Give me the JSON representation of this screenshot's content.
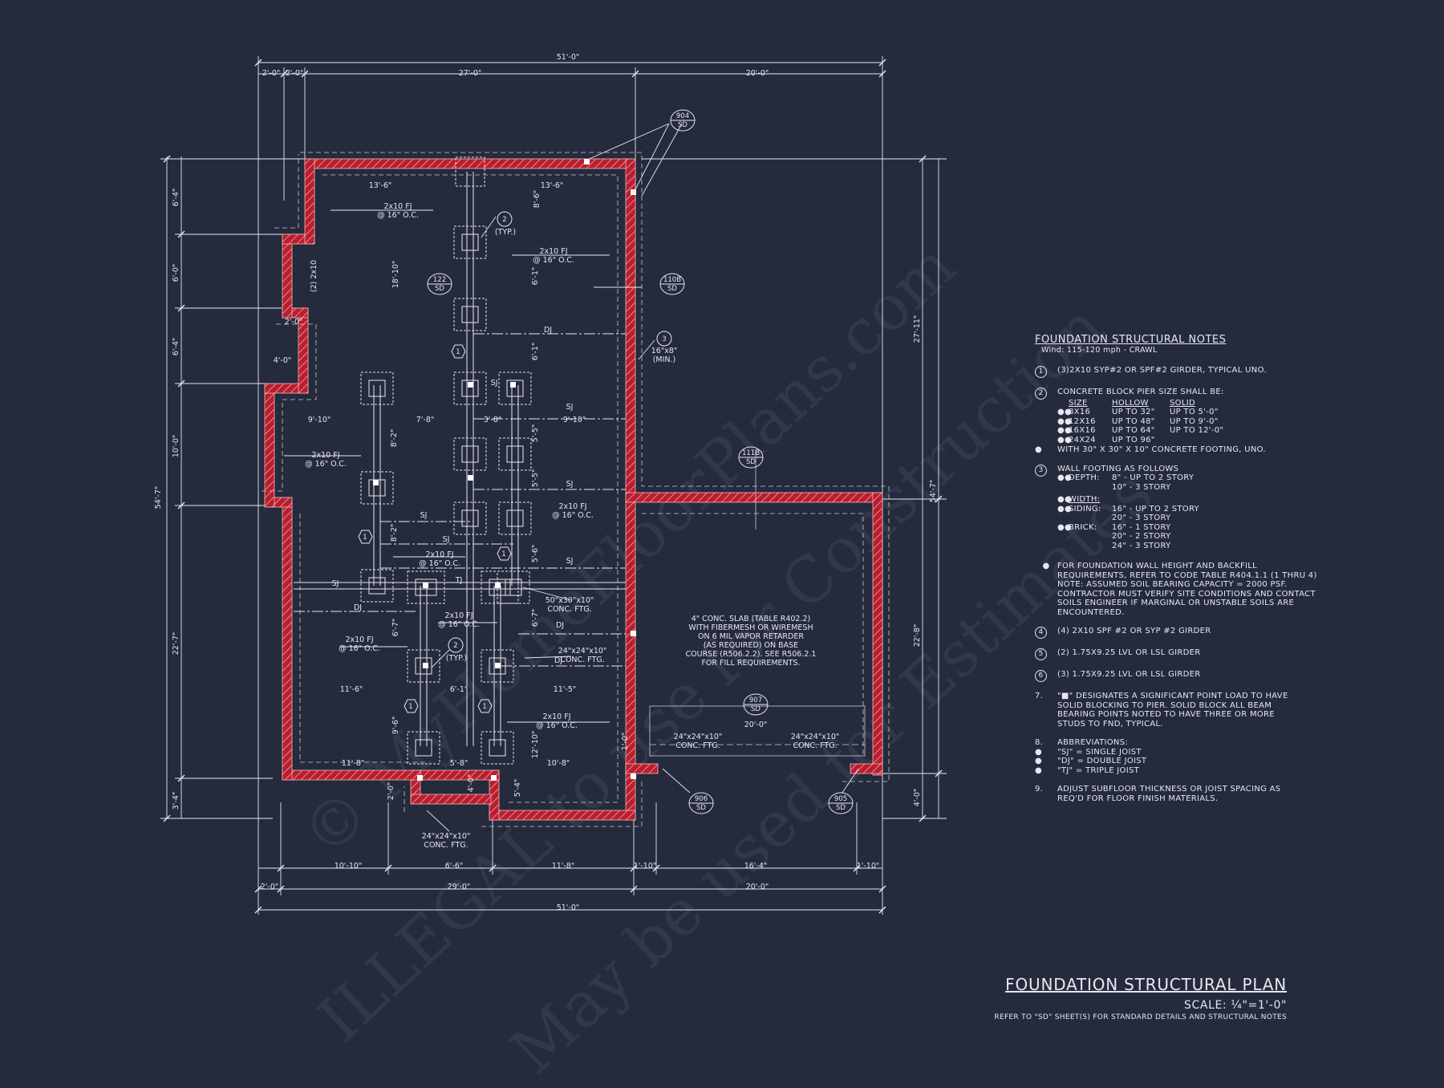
{
  "dims": {
    "top_overall": "51'-0\"",
    "top_a": "2'-0\"",
    "top_b": "2'-0\"",
    "top_c": "27'-0\"",
    "top_d": "20'-0\"",
    "left_overall": "54'-7\"",
    "left_1": "6'-4\"",
    "left_2": "6'-0\"",
    "left_3": "6'-4\"",
    "left_4": "10'-0\"",
    "left_5": "22'-7\"",
    "left_6": "3'-4\"",
    "right_1": "27'-11\"",
    "right_overall": "54'-7\"",
    "right_2": "22'-8\"",
    "right_3": "4'-0\"",
    "bottom_1": "10'-10\"",
    "bottom_2": "6'-6\"",
    "bottom_3": "11'-8\"",
    "bottom_4": "1'-10\"",
    "bottom_5": "16'-4\"",
    "bottom_6": "1'-10\"",
    "bottom_7": "2'-0\"",
    "bottom_8": "29'-0\"",
    "bottom_9": "20'-0\"",
    "bottom_overall": "51'-0\"",
    "i_13_6a": "13'-6\"",
    "i_13_6b": "13'-6\"",
    "i_8_6": "8'-6\"",
    "i_18_10": "18'-10\"",
    "i_6_1a": "6'-1\"",
    "i_6_1b": "6'-1\"",
    "i_2_0": "2'-0\"",
    "i_4_0": "4'-0\"",
    "i_9_10a": "9'-10\"",
    "i_7_8": "7'-8\"",
    "i_3_8": "3'-8\"",
    "i_9_10b": "9'-10\"",
    "i_8_2a": "8'-2\"",
    "i_8_2b": "8'-2\"",
    "i_5_5a": "5'-5\"",
    "i_5_5b": "5'-5\"",
    "i_5_6": "5'-6\"",
    "i_6_7a": "6'-7\"",
    "i_6_7b": "6'-7\"",
    "i_11_6": "11'-6\"",
    "i_6_1c": "6'-1\"",
    "i_11_5": "11'-5\"",
    "i_9_6": "9'-6\"",
    "i_12_10": "12'-10\"",
    "i_11_8": "11'-8\"",
    "i_5_8": "5'-8\"",
    "i_10_8": "10'-8\"",
    "i_4_0b": "4'-0\"",
    "i_5_4": "5'-4\"",
    "i_2_0b": "2'-0\"",
    "i_1_0": "1'-0\"",
    "i_20_0": "20'-0\""
  },
  "labels": {
    "fj": "2x10 FJ",
    "oc": "@ 16\" O.C.",
    "dj": "DJ",
    "sj": "SJ",
    "tj": "TJ",
    "twox10": "(2) 2x10",
    "typ": "(TYP.)",
    "pier16": "16\"x8\"",
    "min": "(MIN.)",
    "ftg50_1": "50\"x30\"x10\"",
    "ftg_conc": "CONC. FTG.",
    "ftg24_1": "24\"x24\"x10\"",
    "slab_1": "4\" CONC. SLAB (TABLE R402.2)",
    "slab_2": "WITH FIBERMESH OR WIREMESH",
    "slab_3": "ON 6 MIL VAPOR RETARDER",
    "slab_4": "(AS REQUIRED) ON BASE",
    "slab_5": "COURSE (R506.2.2). SEE R506.2.1",
    "slab_6": "FOR FILL REQUIREMENTS."
  },
  "tags": {
    "t904": "904",
    "t122": "122",
    "t110b": "110B",
    "t111b": "111B",
    "t907": "907",
    "t906": "906",
    "t905": "905",
    "sd": "SD",
    "n1": "1",
    "n2": "2",
    "n3": "3"
  },
  "notes": {
    "title": "FOUNDATION STRUCTURAL NOTES",
    "wind": "Wind: 115-120 mph - CRAWL",
    "n1_num": "1",
    "n1": "(3)2x10 SYP#2 OR SPF#2 GIRDER, TYPICAL UNO.",
    "n2_num": "2",
    "n2": "CONCRETE BLOCK PIER SIZE SHALL BE:",
    "pier_head": [
      "SIZE",
      "HOLLOW",
      "SOLID"
    ],
    "pier_rows": [
      [
        "8x16",
        "UP TO 32\"",
        "UP TO 5'-0\""
      ],
      [
        "12x16",
        "UP TO 48\"",
        "UP TO 9'-0\""
      ],
      [
        "16x16",
        "UP TO 64\"",
        "UP TO 12'-0\""
      ],
      [
        "24x24",
        "UP TO 96\"",
        ""
      ]
    ],
    "n2_footing": "WITH 30\" x 30\" x 10\" CONCRETE FOOTING, UNO.",
    "n3_num": "3",
    "n3": "WALL FOOTING AS FOLLOWS",
    "depth_label": "DEPTH:",
    "depth_1": "8\" - UP TO 2 STORY",
    "depth_2": "10\" - 3 STORY",
    "width_label": "WIDTH:",
    "siding_label": "SIDING:",
    "siding_1": "16\" - UP TO 2 STORY",
    "siding_2": "20\" - 3 STORY",
    "brick_label": "BRICK:",
    "brick_1": "16\" - 1 STORY",
    "brick_2": "20\" - 2 STORY",
    "brick_3": "24\" - 3 STORY",
    "wall_note": "FOR FOUNDATION WALL HEIGHT AND BACKFILL REQUIREMENTS, REFER TO CODE TABLE R404.1.1 (1 THRU 4) NOTE: ASSUMED SOIL BEARING CAPACITY = 2000 PSF. CONTRACTOR MUST VERIFY SITE CONDITIONS AND CONTACT SOILS ENGINEER IF MARGINAL OR UNSTABLE SOILS ARE ENCOUNTERED.",
    "n4_num": "4",
    "n4": "(4) 2x10 SPF #2 OR SYP #2 GIRDER",
    "n5_num": "5",
    "n5": "(2) 1.75x9.25 LVL OR LSL GIRDER",
    "n6_num": "6",
    "n6": "(3) 1.75x9.25 LVL OR LSL GIRDER",
    "n7_num": "7.",
    "n7": "\"■\" DESIGNATES A SIGNIFICANT POINT LOAD TO HAVE SOLID BLOCKING TO PIER. SOLID BLOCK ALL BEAM BEARING POINTS NOTED TO HAVE THREE OR MORE STUDS TO FND, TYPICAL.",
    "n8_num": "8.",
    "n8": "ABBREVIATIONS:",
    "abbr": [
      "\"SJ\" = SINGLE JOIST",
      "\"DJ\" = DOUBLE JOIST",
      "\"TJ\" = TRIPLE JOIST"
    ],
    "n9_num": "9.",
    "n9": "ADJUST SUBFLOOR THICKNESS OR JOIST SPACING AS REQ'D FOR FLOOR FINISH MATERIALS."
  },
  "title_block": {
    "title": "FOUNDATION STRUCTURAL PLAN",
    "scale": "SCALE: ¼\"=1'-0\"",
    "ref": "REFER TO \"SD\" SHEET(S) FOR STANDARD DETAILS AND STRUCTURAL NOTES"
  },
  "watermark": {
    "line1": "© MyHomeFloorPlans.com",
    "line2": "ILLEGAL to use for Construction",
    "line3": "May be used for Estimates"
  },
  "colors": {
    "background": "#252a3d",
    "lines": "#e6e8ef",
    "wall": "#d32333"
  }
}
